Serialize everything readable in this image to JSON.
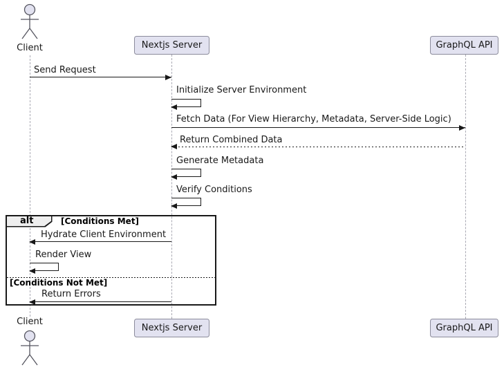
{
  "diagram_type": "sequence-diagram",
  "actors": {
    "client_top": "Client",
    "client_bottom": "Client"
  },
  "participants": {
    "nextjs_top": "Nextjs Server",
    "graphql_top": "GraphQL API",
    "nextjs_bottom": "Nextjs Server",
    "graphql_bottom": "GraphQL API"
  },
  "messages": {
    "send_request": "Send Request",
    "initialize_env": "Initialize Server Environment",
    "fetch_data": "Fetch Data (For View Hierarchy, Metadata, Server-Side Logic)",
    "return_combined": "Return Combined Data",
    "generate_metadata": "Generate Metadata",
    "verify_conditions": "Verify Conditions",
    "hydrate_client": "Hydrate Client Environment",
    "render_view": "Render View",
    "return_errors": "Return Errors"
  },
  "alt_frame": {
    "operator": "alt",
    "guard_met": "[Conditions Met]",
    "guard_not_met": "[Conditions Not Met]"
  },
  "colors": {
    "participant_fill": "#E2E2F0",
    "participant_border": "#8B8B9B",
    "lifeline": "#A9A9B3",
    "line": "#181818",
    "frame_border": "#181818",
    "frame_tab_fill": "#EEEEEE",
    "background": "#FFFFFF"
  }
}
